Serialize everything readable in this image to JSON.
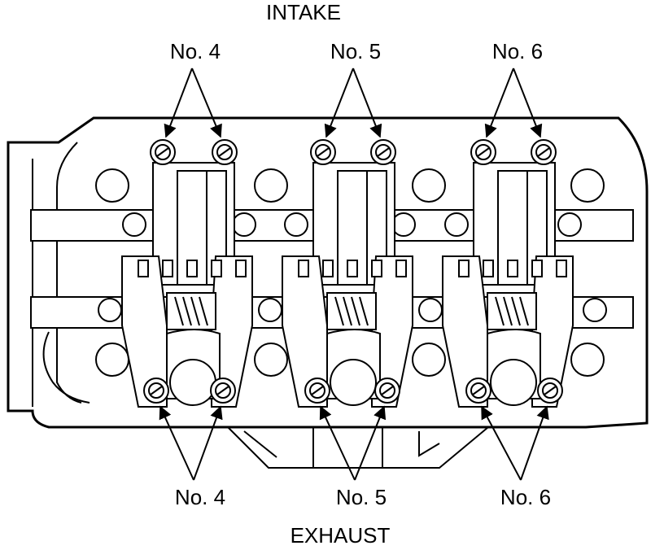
{
  "labels": {
    "top_title": "INTAKE",
    "bottom_title": "EXHAUST",
    "intake": [
      "No. 4",
      "No. 5",
      "No. 6"
    ],
    "exhaust": [
      "No. 4",
      "No. 5",
      "No. 6"
    ]
  },
  "colors": {
    "ink": "#000000",
    "paper": "#ffffff"
  }
}
